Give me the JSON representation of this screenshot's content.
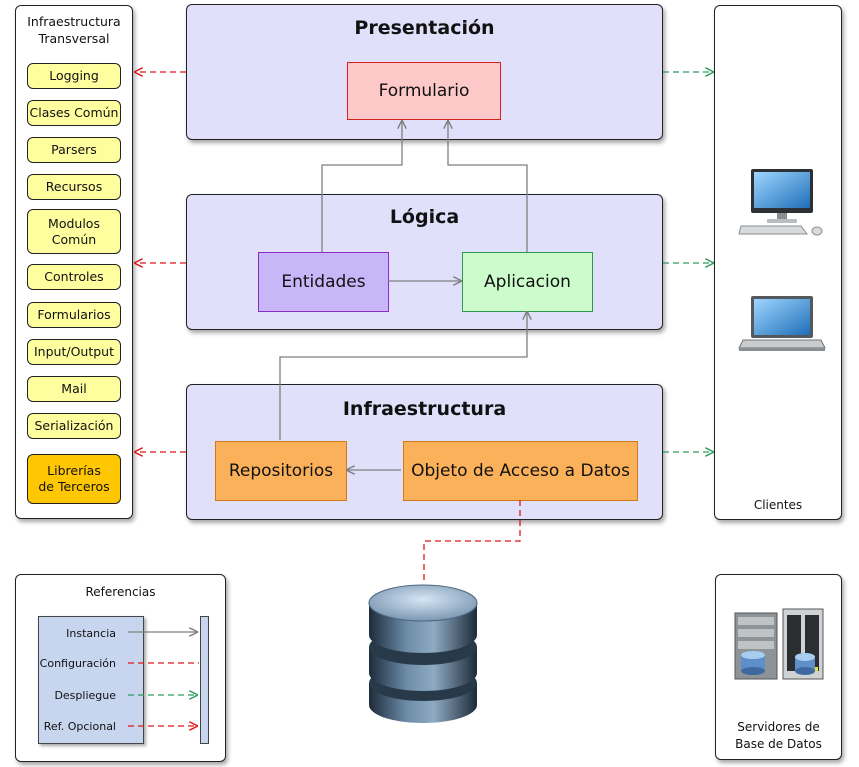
{
  "layers": {
    "presentation": {
      "title": "Presentación",
      "formulario": "Formulario"
    },
    "logic": {
      "title": "Lógica",
      "entidades": "Entidades",
      "aplicacion": "Aplicacion"
    },
    "infra": {
      "title": "Infraestructura",
      "repositorios": "Repositorios",
      "dao": "Objeto de Acceso a Datos"
    }
  },
  "crosscutting": {
    "title": "Infraestructura Transversal",
    "items": [
      "Logging",
      "Clases Común",
      "Parsers",
      "Recursos",
      "Modulos Común",
      "Controles",
      "Formularios",
      "Input/Output",
      "Mail",
      "Serialización"
    ],
    "third_party": "Librerías de Terceros"
  },
  "clients": {
    "label": "Clientes"
  },
  "servers": {
    "label": "Servidores de Base de Datos"
  },
  "legend": {
    "title": "Referencias",
    "items": [
      "Instancia",
      "Configuración",
      "Despliegue",
      "Ref. Opcional"
    ]
  },
  "colors": {
    "layer_fill": "#e0e0fb",
    "formulario_fill": "#fcc8c8",
    "entidades_fill": "#c9b6f9",
    "aplicacion_fill": "#ccfccc",
    "infra_box_fill": "#fbb15a",
    "pill_fill": "#fffe9e",
    "third_party_fill": "#ffc702",
    "instance_line": "#7f7f7f",
    "config_line": "#e0161b",
    "deploy_line": "#2e9b62"
  }
}
